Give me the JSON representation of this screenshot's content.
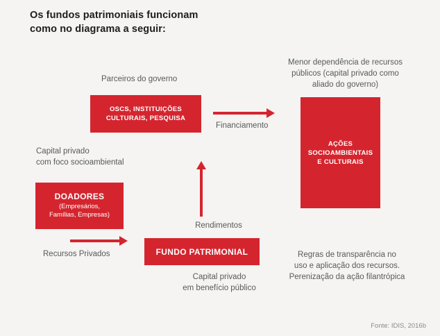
{
  "title": {
    "line1": "Os fundos patrimoniais funcionam",
    "line2": "como no diagrama a seguir:"
  },
  "colors": {
    "red": "#d4252f",
    "background": "#f5f4f2",
    "caption_text": "#58595b",
    "title_text": "#1d1d1b",
    "source_text": "#8a8a88"
  },
  "boxes": {
    "oscs": {
      "line1": "OSCS, INSTITUIÇÕES",
      "line2": "CULTURAIS, PESQUISA"
    },
    "acoes": {
      "line1": "AÇÕES",
      "line2": "SOCIOAMBIENTAIS",
      "line3": "E CULTURAIS"
    },
    "doadores": {
      "title": "DOADORES",
      "sub_line1": "(Empresários,",
      "sub_line2": "Famílias, Empresas)"
    },
    "fundo": {
      "label": "FUNDO PATRIMONIAL"
    }
  },
  "captions": {
    "parceiros": "Parceiros do governo",
    "menor_dependencia": {
      "line1": "Menor dependência de recursos",
      "line2": "públicos (capital privado como",
      "line3": "aliado do governo)"
    },
    "capital_privado_foco": {
      "line1": "Capital privado",
      "line2": "com foco socioambiental"
    },
    "financiamento": "Financiamento",
    "recursos_privados": "Recursos Privados",
    "rendimentos": "Rendimentos",
    "capital_beneficio": {
      "line1": "Capital privado",
      "line2": "em benefício público"
    },
    "regras": {
      "line1": "Regras de transparência no",
      "line2": "uso e aplicação dos recursos.",
      "line3": "Perenização da ação filantrópica"
    }
  },
  "arrows": {
    "financiamento": "arrow-right",
    "recursos_privados": "arrow-right",
    "rendimentos": "arrow-up"
  },
  "source": "Fonte: IDIS, 2016b"
}
